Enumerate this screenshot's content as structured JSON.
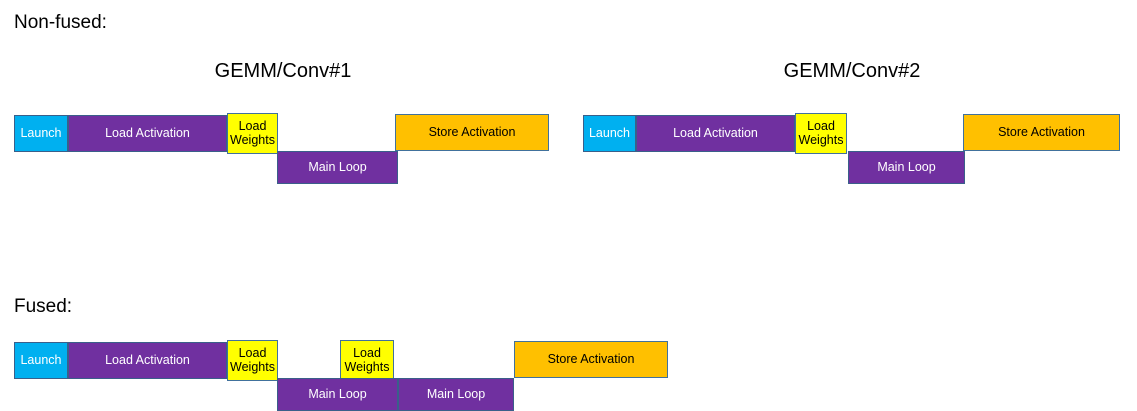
{
  "colors": {
    "launch": "#00B0F0",
    "compute": "#7030A0",
    "weights": "#FFFF00",
    "store": "#FFC000",
    "border": "#41719C",
    "background": "#FFFFFF",
    "text_dark": "#000000",
    "text_light": "#FFFFFF"
  },
  "sections": [
    {
      "label": "Non-fused:",
      "groups": [
        {
          "title": "GEMM/Conv#1",
          "bars": [
            {
              "text": "Launch",
              "kind": "launch",
              "row": 0
            },
            {
              "text": "Load Activation",
              "kind": "purple",
              "row": 0
            },
            {
              "text": "Load\nWeights",
              "kind": "yellow",
              "row": 0
            },
            {
              "text": "Store Activation",
              "kind": "orange",
              "row": 0
            },
            {
              "text": "Main Loop",
              "kind": "purple",
              "row": 1
            }
          ]
        },
        {
          "title": "GEMM/Conv#2",
          "bars": [
            {
              "text": "Launch",
              "kind": "launch",
              "row": 0
            },
            {
              "text": "Load Activation",
              "kind": "purple",
              "row": 0
            },
            {
              "text": "Load\nWeights",
              "kind": "yellow",
              "row": 0
            },
            {
              "text": "Store Activation",
              "kind": "orange",
              "row": 0
            },
            {
              "text": "Main Loop",
              "kind": "purple",
              "row": 1
            }
          ]
        }
      ]
    },
    {
      "label": "Fused:",
      "groups": [
        {
          "title": "",
          "bars": [
            {
              "text": "Launch",
              "kind": "launch",
              "row": 0
            },
            {
              "text": "Load Activation",
              "kind": "purple",
              "row": 0
            },
            {
              "text": "Load\nWeights",
              "kind": "yellow",
              "row": 0
            },
            {
              "text": "Load\nWeights",
              "kind": "yellow",
              "row": 0
            },
            {
              "text": "Store Activation",
              "kind": "orange",
              "row": 0
            },
            {
              "text": "Main Loop",
              "kind": "purple",
              "row": 1
            },
            {
              "text": "Main Loop",
              "kind": "purple",
              "row": 1
            }
          ]
        }
      ]
    }
  ],
  "labels": {
    "non_fused": "Non-fused:",
    "fused": "Fused:",
    "title_1": "GEMM/Conv#1",
    "title_2": "GEMM/Conv#2",
    "launch": "Launch",
    "load_activation": "Load Activation",
    "load_weights": "Load\nWeights",
    "main_loop": "Main Loop",
    "store_activation": "Store Activation"
  }
}
